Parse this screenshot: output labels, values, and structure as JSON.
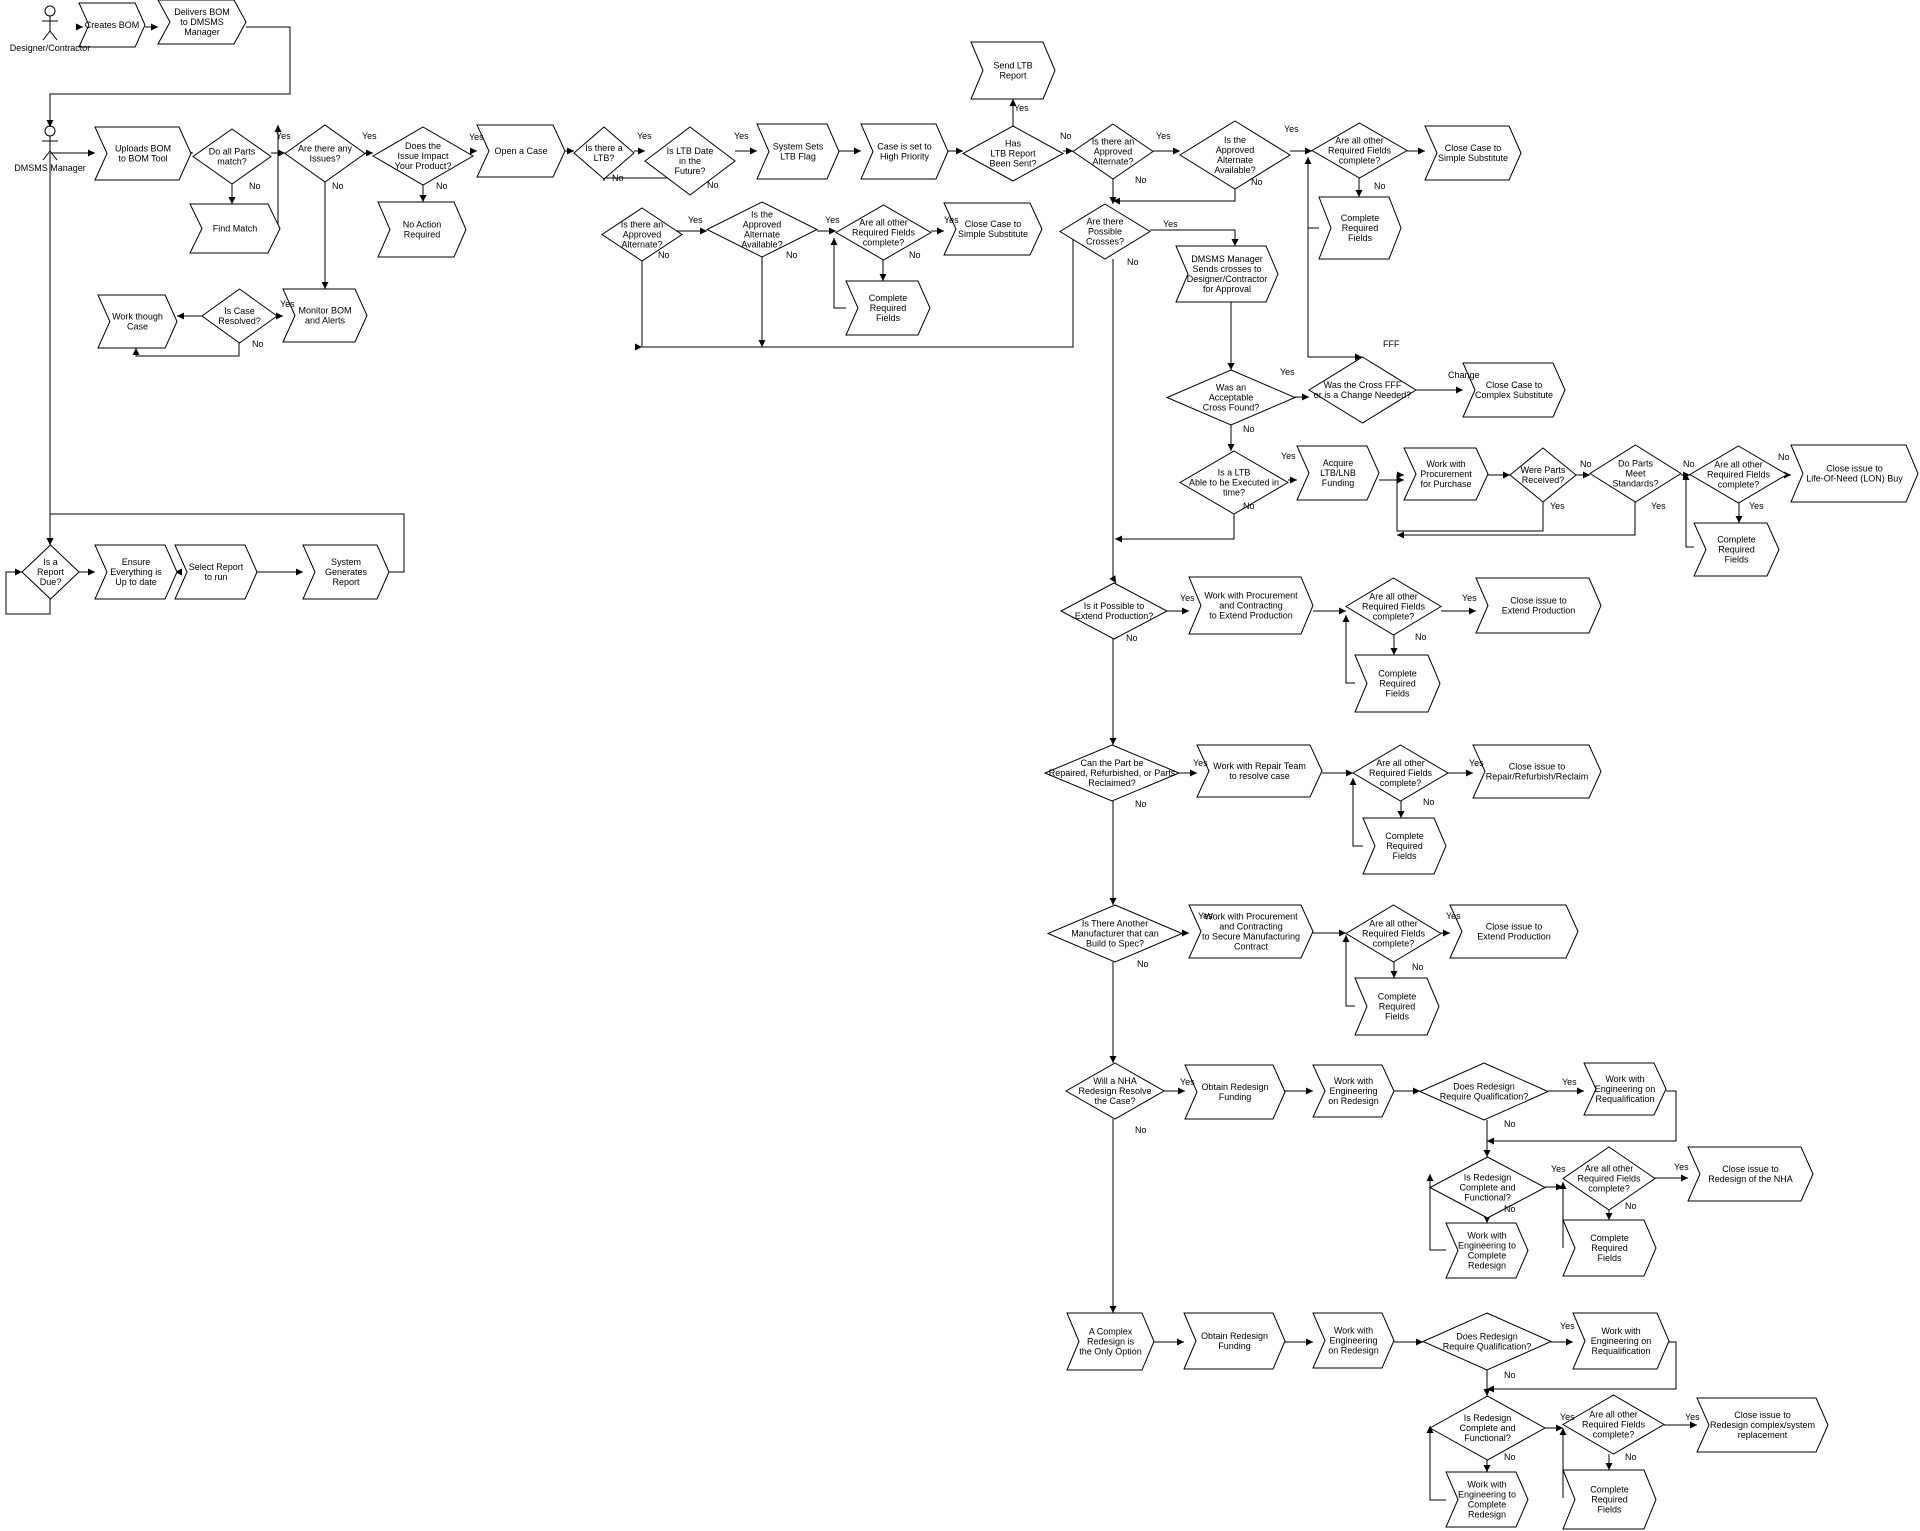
{
  "colors": {
    "stroke": "#000000",
    "fill": "#ffffff"
  },
  "actors": [
    {
      "id": "designer",
      "label": "Designer/Contractor"
    },
    {
      "id": "manager",
      "label": "DMSMS Manager"
    }
  ],
  "nodes": [
    {
      "id": "createsBOM",
      "type": "step",
      "label": "Creates BOM"
    },
    {
      "id": "deliversBOM",
      "type": "step",
      "label": "Delivers BOM\nto DMSMS\nManager"
    },
    {
      "id": "uploadsBOM",
      "type": "step",
      "label": "Uploads BOM\nto BOM Tool"
    },
    {
      "id": "doAllParts",
      "type": "decision",
      "label": "Do all Parts\nmatch?"
    },
    {
      "id": "findMatch",
      "type": "step",
      "label": "Find Match"
    },
    {
      "id": "anyIssues",
      "type": "decision",
      "label": "Are there any\nIssues?"
    },
    {
      "id": "impact",
      "type": "decision",
      "label": "Does the\nIssue Impact\nYour Product?"
    },
    {
      "id": "noAction",
      "type": "step",
      "label": "No Action\nRequired"
    },
    {
      "id": "openCase",
      "type": "step",
      "label": "Open a Case"
    },
    {
      "id": "isLTB",
      "type": "decision",
      "label": "Is there a\nLTB?"
    },
    {
      "id": "ltbFuture",
      "type": "decision",
      "label": "Is LTB Date\nin the\nFuture?"
    },
    {
      "id": "sysSetsLTB",
      "type": "step",
      "label": "System Sets\nLTB Flag"
    },
    {
      "id": "highPriority",
      "type": "step",
      "label": "Case is set to\nHigh Priority"
    },
    {
      "id": "sendLTB",
      "type": "step",
      "label": "Send LTB\nReport"
    },
    {
      "id": "hasLTBsent",
      "type": "decision",
      "label": "Has\nLTB Report\nBeen Sent?"
    },
    {
      "id": "approvedAlt1",
      "type": "decision",
      "label": "Is there an\nApproved\nAlternate?"
    },
    {
      "id": "altAvail1",
      "type": "decision",
      "label": "Is the\nApproved\nAlternate\nAvailable?"
    },
    {
      "id": "fields1",
      "type": "decision",
      "label": "Are all other\nRequired Fields\ncomplete?"
    },
    {
      "id": "closeSimple1",
      "type": "step",
      "label": "Close Case to\nSimple Substitute"
    },
    {
      "id": "complete1",
      "type": "step",
      "label": "Complete\nRequired\nFields"
    },
    {
      "id": "approvedAlt2",
      "type": "decision",
      "label": "Is there an\nApproved\nAlternate?"
    },
    {
      "id": "altAvail2",
      "type": "decision",
      "label": "Is the\nApproved\nAlternate\nAvailable?"
    },
    {
      "id": "fields2",
      "type": "decision",
      "label": "Are all other\nRequired Fields\ncomplete?"
    },
    {
      "id": "closeSimple2",
      "type": "step",
      "label": "Close Case to\nSimple Substitute"
    },
    {
      "id": "complete2",
      "type": "step",
      "label": "Complete\nRequired\nFields"
    },
    {
      "id": "workThough",
      "type": "step",
      "label": "Work though\nCase"
    },
    {
      "id": "caseResolved",
      "type": "decision",
      "label": "Is Case\nResolved?"
    },
    {
      "id": "monitorBOM",
      "type": "step",
      "label": "Monitor BOM\nand Alerts"
    },
    {
      "id": "possibleCrosses",
      "type": "decision",
      "label": "Are there\nPossible\nCrosses?"
    },
    {
      "id": "sendsCrosses",
      "type": "step",
      "label": "DMSMS Manager\nSends crosses to\nDesigner/Contractor\nfor Approval"
    },
    {
      "id": "acceptableCross",
      "type": "decision",
      "label": "Was an\nAcceptable\nCross Found?"
    },
    {
      "id": "crossFFF",
      "type": "decision",
      "label": "Was the Cross FFF\nor is a Change Needed?"
    },
    {
      "id": "closeComplex",
      "type": "step",
      "label": "Close Case to\nComplex Substitute"
    },
    {
      "id": "ltbExecuted",
      "type": "decision",
      "label": "Is a LTB\nAble to be Executed in\ntime?"
    },
    {
      "id": "acquireFunding",
      "type": "step",
      "label": "Acquire\nLTB/LNB\nFunding"
    },
    {
      "id": "workProcurement",
      "type": "step",
      "label": "Work with\nProcurement\nfor Purchase"
    },
    {
      "id": "partsReceived",
      "type": "decision",
      "label": "Were Parts\nReceived?"
    },
    {
      "id": "meetStandards",
      "type": "decision",
      "label": "Do Parts\nMeet\nStandards?"
    },
    {
      "id": "fields3",
      "type": "decision",
      "label": "Are all other\nRequired Fields\ncomplete?"
    },
    {
      "id": "closeLON",
      "type": "step",
      "label": "Close issue to\nLife-Of-Need (LON) Buy"
    },
    {
      "id": "complete3",
      "type": "step",
      "label": "Complete\nRequired\nFields"
    },
    {
      "id": "extendProd",
      "type": "decision",
      "label": "Is it Possible to\nExtend Production?"
    },
    {
      "id": "workExtend",
      "type": "step",
      "label": "Work with Procurement\nand Contracting\nto Extend Production"
    },
    {
      "id": "fields4",
      "type": "decision",
      "label": "Are all other\nRequired Fields\ncomplete?"
    },
    {
      "id": "closeExtend1",
      "type": "step",
      "label": "Close issue to\nExtend Production"
    },
    {
      "id": "complete4",
      "type": "step",
      "label": "Complete\nRequired\nFields"
    },
    {
      "id": "repaired",
      "type": "decision",
      "label": "Can the Part be\nRepaired, Refurbished, or Parts\nReclaimed?"
    },
    {
      "id": "workRepair",
      "type": "step",
      "label": "Work with Repair Team\nto resolve case"
    },
    {
      "id": "fields5",
      "type": "decision",
      "label": "Are all other\nRequired Fields\ncomplete?"
    },
    {
      "id": "closeRepair",
      "type": "step",
      "label": "Close issue to\nRepair/Refurbish/Reclaim"
    },
    {
      "id": "complete5",
      "type": "step",
      "label": "Complete\nRequired\nFields"
    },
    {
      "id": "anotherMfr",
      "type": "decision",
      "label": "Is There Another\nManufacturer that can\nBuild to Spec?"
    },
    {
      "id": "workSecure",
      "type": "step",
      "label": "Work with Procurement\nand Contracting\nto Secure Manufacturing\nContract"
    },
    {
      "id": "fields6",
      "type": "decision",
      "label": "Are all other\nRequired Fields\ncomplete?"
    },
    {
      "id": "closeExtend2",
      "type": "step",
      "label": "Close issue to\nExtend Production"
    },
    {
      "id": "complete6",
      "type": "step",
      "label": "Complete\nRequired\nFields"
    },
    {
      "id": "nhaRedesign",
      "type": "decision",
      "label": "Will a NHA\nRedesign Resolve\nthe Case?"
    },
    {
      "id": "obtainFund1",
      "type": "step",
      "label": "Obtain Redesign\nFunding"
    },
    {
      "id": "workEngRedesign1",
      "type": "step",
      "label": "Work with\nEngineering\non Redesign"
    },
    {
      "id": "requireQual1",
      "type": "decision",
      "label": "Does Redesign\nRequire Qualification?"
    },
    {
      "id": "workRequal1",
      "type": "step",
      "label": "Work with\nEngineering on\nRequalification"
    },
    {
      "id": "redesignComplete1",
      "type": "decision",
      "label": "Is Redesign\nComplete and\nFunctional?"
    },
    {
      "id": "fields7",
      "type": "decision",
      "label": "Are all other\nRequired Fields\ncomplete?"
    },
    {
      "id": "closeNHA",
      "type": "step",
      "label": "Close issue to\nRedesign of the NHA"
    },
    {
      "id": "workComplete1",
      "type": "step",
      "label": "Work with\nEngineering to\nComplete\nRedesign"
    },
    {
      "id": "complete7",
      "type": "step",
      "label": "Complete\nRequired\nFields"
    },
    {
      "id": "complexRedesign",
      "type": "step",
      "label": "A Complex\nRedesign is\nthe Only Option"
    },
    {
      "id": "obtainFund2",
      "type": "step",
      "label": "Obtain Redesign\nFunding"
    },
    {
      "id": "workEngRedesign2",
      "type": "step",
      "label": "Work with\nEngineering\non Redesign"
    },
    {
      "id": "requireQual2",
      "type": "decision",
      "label": "Does Redesign\nRequire Qualification?"
    },
    {
      "id": "workRequal2",
      "type": "step",
      "label": "Work with\nEngineering on\nRequalification"
    },
    {
      "id": "redesignComplete2",
      "type": "decision",
      "label": "Is Redesign\nComplete and\nFunctional?"
    },
    {
      "id": "fields8",
      "type": "decision",
      "label": "Are all other\nRequired Fields\ncomplete?"
    },
    {
      "id": "closeComplexSys",
      "type": "step",
      "label": "Close issue to\nRedesign complex/system\nreplacement"
    },
    {
      "id": "workComplete2",
      "type": "step",
      "label": "Work with\nEngineering to\nComplete\nRedesign"
    },
    {
      "id": "complete8",
      "type": "step",
      "label": "Complete\nRequired\nFields"
    },
    {
      "id": "reportDue",
      "type": "decision",
      "label": "Is a\nReport\nDue?"
    },
    {
      "id": "ensureUpToDate",
      "type": "step",
      "label": "Ensure\nEverything is\nUp to date"
    },
    {
      "id": "selectReport",
      "type": "step",
      "label": "Select Report\nto run"
    },
    {
      "id": "sysGenerates",
      "type": "step",
      "label": "System\nGenerates\nReport"
    }
  ],
  "edge_labels": [
    "Yes",
    "No",
    "Yes",
    "No",
    "Yes",
    "No",
    "Yes",
    "No",
    "Yes",
    "No",
    "Yes",
    "No",
    "No",
    "Yes",
    "No",
    "Yes",
    "No",
    "Yes",
    "No",
    "Yes",
    "No",
    "Yes",
    "No",
    "Yes",
    "No",
    "Yes",
    "No",
    "Yes",
    "FFF",
    "Change",
    "No",
    "Yes",
    "No",
    "No",
    "Yes",
    "No",
    "Yes",
    "No",
    "Yes",
    "Yes",
    "No",
    "Yes",
    "No",
    "Yes",
    "No",
    "Yes",
    "No",
    "Yes",
    "No",
    "Yes",
    "No",
    "Yes",
    "No",
    "Yes",
    "No",
    "Yes",
    "No",
    "Yes",
    "No",
    "Yes",
    "No",
    "Yes",
    "No",
    "Yes",
    "No",
    "Yes",
    "No",
    "Yes",
    "No"
  ]
}
